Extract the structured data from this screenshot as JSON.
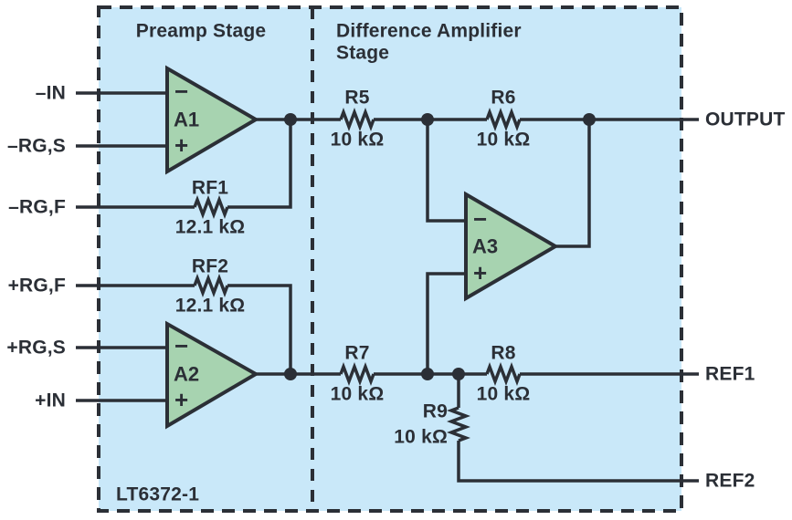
{
  "colors": {
    "background": "#ffffff",
    "box_fill": "#c9e8f9",
    "opamp_fill": "#a7d3b0",
    "line": "#2b2f36",
    "text": "#2b2f36"
  },
  "titles": {
    "preamp": "Preamp Stage",
    "diff_line1": "Difference Amplifier",
    "diff_line2": "Stage"
  },
  "chip_label": "LT6372-1",
  "pins": {
    "left": [
      "–IN",
      "–RG,S",
      "–RG,F",
      "+RG,F",
      "+RG,S",
      "+IN"
    ],
    "right": [
      "OUTPUT",
      "REF1",
      "REF2"
    ]
  },
  "opamps": [
    {
      "name": "A1",
      "minus": "−",
      "plus": "+"
    },
    {
      "name": "A2",
      "minus": "−",
      "plus": "+"
    },
    {
      "name": "A3",
      "minus": "−",
      "plus": "+"
    }
  ],
  "resistors": [
    {
      "name": "R5",
      "value": "10 kΩ"
    },
    {
      "name": "R6",
      "value": "10 kΩ"
    },
    {
      "name": "R7",
      "value": "10 kΩ"
    },
    {
      "name": "R8",
      "value": "10 kΩ"
    },
    {
      "name": "R9",
      "value": "10 kΩ"
    },
    {
      "name": "RF1",
      "value": "12.1 kΩ"
    },
    {
      "name": "RF2",
      "value": "12.1 kΩ"
    }
  ]
}
